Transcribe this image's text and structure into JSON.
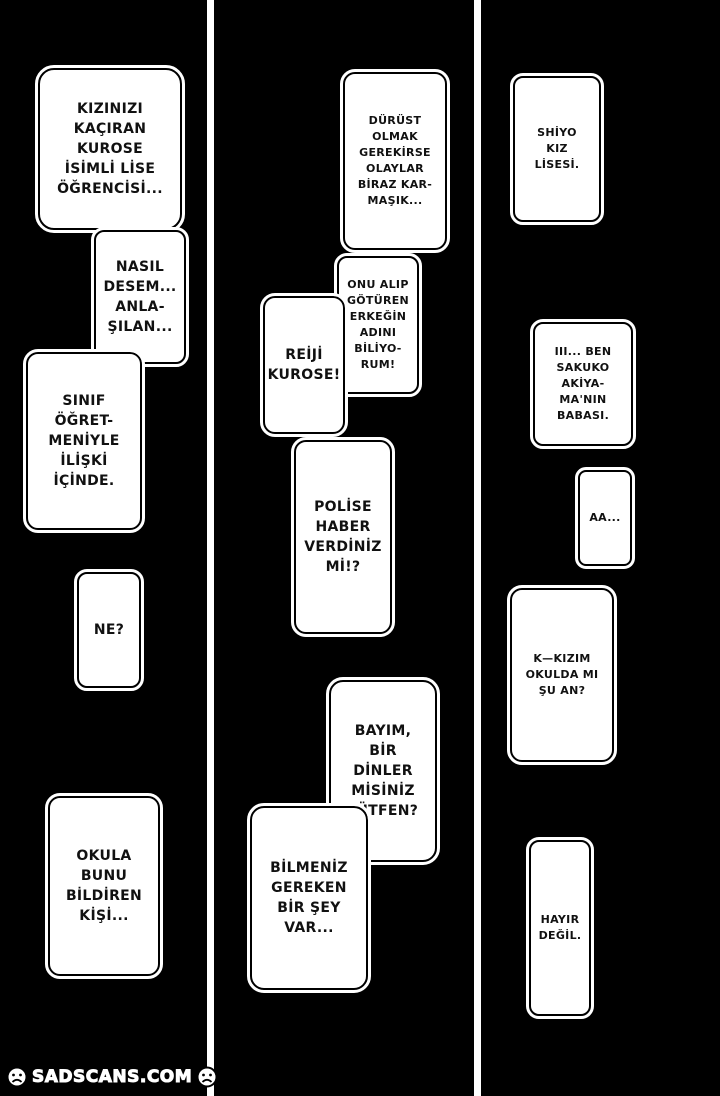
{
  "panels": {
    "left": {
      "bubbles": [
        "KIZINIZI\nKAÇIRAN\nKUROSE\nİSİMLİ LİSE\nÖĞRENCİSİ...",
        "NASIL\nDESEM...\nANLA-\nŞILAN...",
        "SINIF\nÖĞRET-\nMENİYLE\nİLİŞKİ\nİÇİNDE.",
        "NE?",
        "OKULA\nBUNU\nBİLDİREN\nKİŞİ..."
      ]
    },
    "middle": {
      "bubbles": [
        "DÜRÜST\nOLMAK\nGEREKİRSE\nOLAYLAR\nBİRAZ KAR-\nMAŞIK...",
        "ONU ALIP\nGÖTÜREN\nERKEĞİN\nADINI\nBİLİYO-\nRUM!",
        "REİJİ\nKUROSE!",
        "POLİSE\nHABER\nVERDİNİZ\nMİ!?",
        "BAYIM,\nBİR\nDİNLER\nMİSİNİZ\nLÜTFEN?",
        "BİLMENİZ\nGEREKEN\nBİR ŞEY\nVAR..."
      ]
    },
    "right": {
      "bubbles": [
        "SHİYO\nKIZ\nLİSESİ.",
        "III... BEN\nSAKUKO\nAKİYA-\nMA'NIN\nBABASI.",
        "AA...",
        "K—KIZIM\nOKULDA MI\nŞU AN?",
        "HAYIR\nDEĞİL."
      ]
    }
  },
  "watermark": {
    "text": "SADSCANS.COM",
    "icon": "sad-face-icon"
  },
  "colors": {
    "panel": "#000000",
    "gutter": "#ffffff",
    "bubble_fill": "#ffffff",
    "bubble_text": "#111111"
  }
}
